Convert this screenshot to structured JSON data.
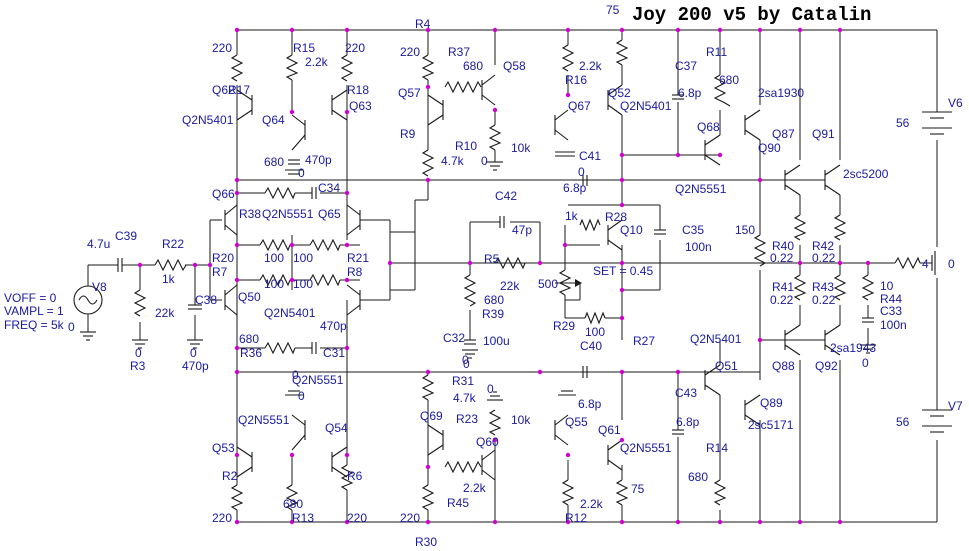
{
  "title": "Joy 200 v5  by Catalin",
  "source": {
    "voff": "VOFF = 0",
    "vampl": "VAMPL = 1",
    "freq": "FREQ = 5k",
    "name": "V8",
    "gnd": "0"
  },
  "labels": [
    {
      "t": "75"
    },
    {
      "t": "R4"
    },
    {
      "t": "220"
    },
    {
      "t": "R15"
    },
    {
      "t": "2.2k"
    },
    {
      "t": "220"
    },
    {
      "t": "Q62"
    },
    {
      "t": "R17"
    },
    {
      "t": "R18"
    },
    {
      "t": "Q63"
    },
    {
      "t": "Q2N5401"
    },
    {
      "t": "Q64"
    },
    {
      "t": "680"
    },
    {
      "t": "470p"
    },
    {
      "t": "0"
    },
    {
      "t": "Q66"
    },
    {
      "t": "C34"
    },
    {
      "t": "R38"
    },
    {
      "t": "Q2N5551"
    },
    {
      "t": "Q65"
    },
    {
      "t": "220"
    },
    {
      "t": "R37"
    },
    {
      "t": "680"
    },
    {
      "t": "Q58"
    },
    {
      "t": "Q57"
    },
    {
      "t": "R9"
    },
    {
      "t": "R10"
    },
    {
      "t": "4.7k"
    },
    {
      "t": "10k"
    },
    {
      "t": "0"
    },
    {
      "t": "C42"
    },
    {
      "t": "2.2k"
    },
    {
      "t": "R16"
    },
    {
      "t": "Q52"
    },
    {
      "t": "Q67"
    },
    {
      "t": "Q2N5401"
    },
    {
      "t": "C41"
    },
    {
      "t": "0"
    },
    {
      "t": "6.8p"
    },
    {
      "t": "C37"
    },
    {
      "t": "6.8p"
    },
    {
      "t": "R11"
    },
    {
      "t": "680"
    },
    {
      "t": "Q68"
    },
    {
      "t": "2sa1930"
    },
    {
      "t": "Q87"
    },
    {
      "t": "Q91"
    },
    {
      "t": "Q90"
    },
    {
      "t": "Q2N5551"
    },
    {
      "t": "2sc5200"
    },
    {
      "t": "V6"
    },
    {
      "t": "56"
    },
    {
      "t": "4.7u"
    },
    {
      "t": "C39"
    },
    {
      "t": "R22"
    },
    {
      "t": "1k"
    },
    {
      "t": "R20"
    },
    {
      "t": "R7"
    },
    {
      "t": "100"
    },
    {
      "t": "100"
    },
    {
      "t": "R21"
    },
    {
      "t": "100"
    },
    {
      "t": "100"
    },
    {
      "t": "R8"
    },
    {
      "t": "22k"
    },
    {
      "t": "C38"
    },
    {
      "t": "Q50"
    },
    {
      "t": "Q2N5401"
    },
    {
      "t": "470p"
    },
    {
      "t": "0"
    },
    {
      "t": "R3"
    },
    {
      "t": "0"
    },
    {
      "t": "470p"
    },
    {
      "t": "680"
    },
    {
      "t": "R36"
    },
    {
      "t": "C31"
    },
    {
      "t": "47p"
    },
    {
      "t": "R5"
    },
    {
      "t": "22k"
    },
    {
      "t": "680"
    },
    {
      "t": "R39"
    },
    {
      "t": "C32"
    },
    {
      "t": "100u"
    },
    {
      "t": "0"
    },
    {
      "t": "1k"
    },
    {
      "t": "R28"
    },
    {
      "t": "Q10"
    },
    {
      "t": "500"
    },
    {
      "t": "SET = 0.45"
    },
    {
      "t": "R29"
    },
    {
      "t": "100"
    },
    {
      "t": "C40"
    },
    {
      "t": "C35"
    },
    {
      "t": "100n"
    },
    {
      "t": "150"
    },
    {
      "t": "R40"
    },
    {
      "t": "0.22"
    },
    {
      "t": "R42"
    },
    {
      "t": "0.22"
    },
    {
      "t": "R41"
    },
    {
      "t": "0.22"
    },
    {
      "t": "R43"
    },
    {
      "t": "0.22"
    },
    {
      "t": "10"
    },
    {
      "t": "R44"
    },
    {
      "t": "C33"
    },
    {
      "t": "100n"
    },
    {
      "t": "4"
    },
    {
      "t": "0"
    },
    {
      "t": "0"
    },
    {
      "t": "R27"
    },
    {
      "t": "Q2N5401"
    },
    {
      "t": "Q51"
    },
    {
      "t": "2sa1943"
    },
    {
      "t": "Q88"
    },
    {
      "t": "Q92"
    },
    {
      "t": "0"
    },
    {
      "t": "0"
    },
    {
      "t": "R31"
    },
    {
      "t": "4.7k"
    },
    {
      "t": "0"
    },
    {
      "t": "Q2N5551"
    },
    {
      "t": "0"
    },
    {
      "t": "Q2N5551"
    },
    {
      "t": "Q54"
    },
    {
      "t": "Q53"
    },
    {
      "t": "Q69"
    },
    {
      "t": "R23"
    },
    {
      "t": "Q60"
    },
    {
      "t": "10k"
    },
    {
      "t": "Q55"
    },
    {
      "t": "Q61"
    },
    {
      "t": "6.8p"
    },
    {
      "t": "C43"
    },
    {
      "t": "6.8p"
    },
    {
      "t": "Q89"
    },
    {
      "t": "2sc5171"
    },
    {
      "t": "R14"
    },
    {
      "t": "Q2N5551"
    },
    {
      "t": "R2"
    },
    {
      "t": "R6"
    },
    {
      "t": "680"
    },
    {
      "t": "R45"
    },
    {
      "t": "2.2k"
    },
    {
      "t": "680"
    },
    {
      "t": "75"
    },
    {
      "t": "220"
    },
    {
      "t": "R13"
    },
    {
      "t": "220"
    },
    {
      "t": "220"
    },
    {
      "t": "R12"
    },
    {
      "t": "2.2k"
    },
    {
      "t": "R30"
    },
    {
      "t": "V7"
    },
    {
      "t": "56"
    }
  ]
}
